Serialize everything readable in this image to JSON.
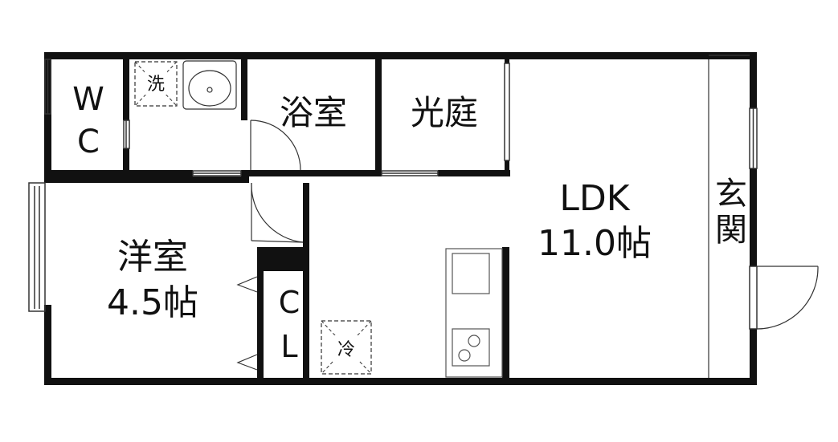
{
  "rooms": {
    "wc": {
      "line1": "W",
      "line2": "C"
    },
    "washer": "洗",
    "bath": "浴室",
    "light_court": "光庭",
    "ldk": {
      "name": "LDK",
      "size": "11.0帖"
    },
    "entrance": {
      "line1": "玄",
      "line2": "関"
    },
    "western_room": {
      "name": "洋室",
      "size": "4.5帖"
    },
    "closet": {
      "line1": "C",
      "line2": "L"
    },
    "fridge": "冷"
  },
  "colors": {
    "wall": "#111111",
    "line": "#333333",
    "background": "#ffffff"
  }
}
